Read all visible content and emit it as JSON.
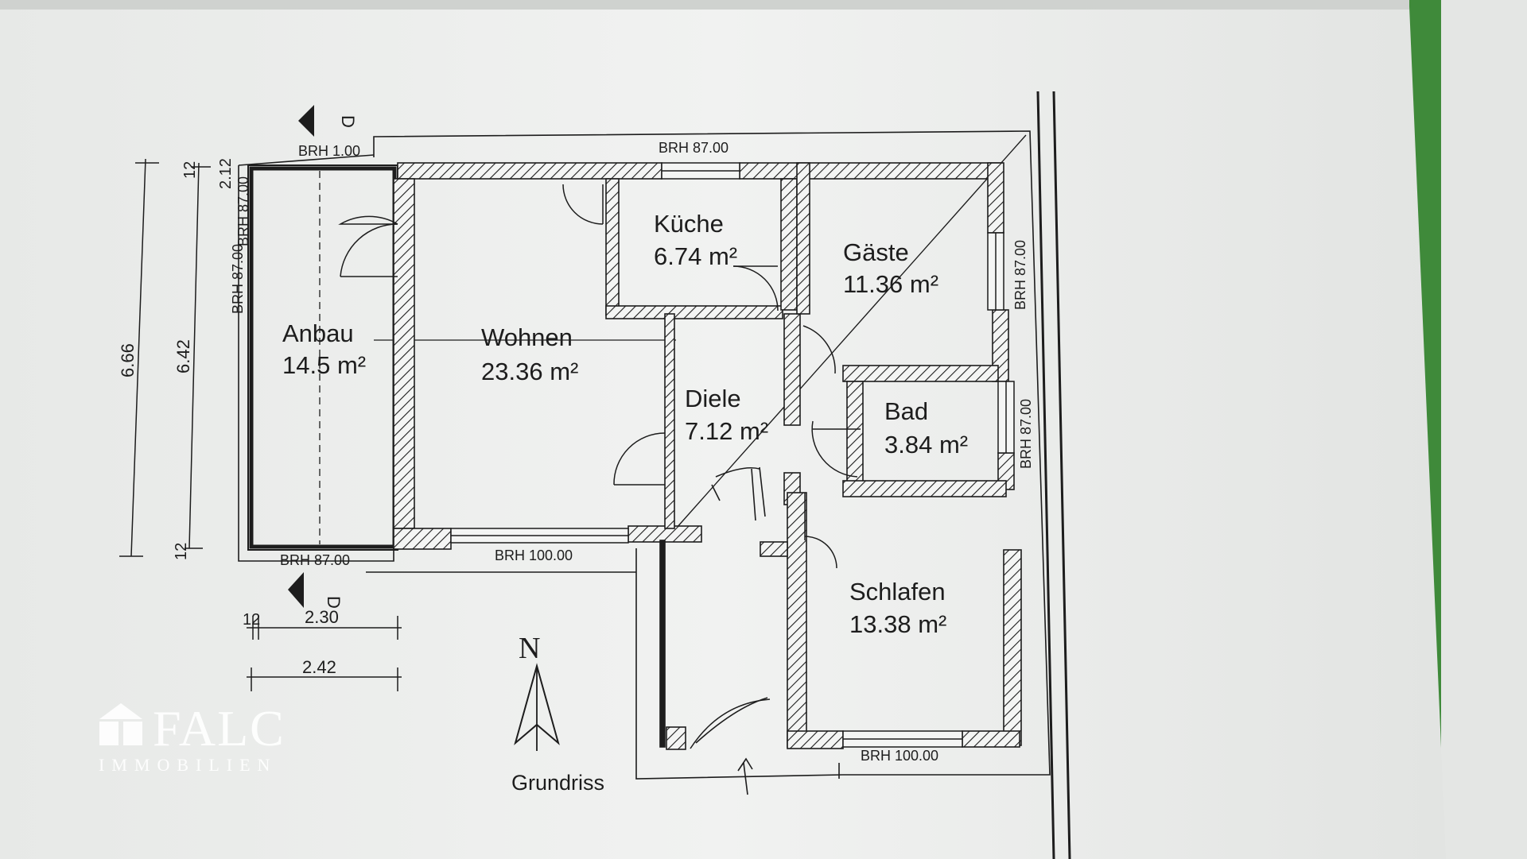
{
  "rooms": {
    "anbau": {
      "name": "Anbau",
      "area": "14.5 m²"
    },
    "wohnen": {
      "name": "Wohnen",
      "area": "23.36 m²"
    },
    "kueche": {
      "name": "Küche",
      "area": "6.74 m²"
    },
    "gaeste": {
      "name": "Gäste",
      "area": "11.36 m²"
    },
    "diele": {
      "name": "Diele",
      "area": "7.12 m²"
    },
    "bad": {
      "name": "Bad",
      "area": "3.84 m²"
    },
    "schlafen": {
      "name": "Schlafen",
      "area": "13.38 m²"
    }
  },
  "brh": {
    "top_anbau": "BRH 1.00",
    "top_main": "BRH 87.00",
    "left_anbau_1": "BRH 87.00",
    "left_anbau_2": "BRH 87.00",
    "right_gaeste": "BRH 87.00",
    "right_bad": "BRH 87.00",
    "bottom_anbau": "BRH 87.00",
    "bottom_wohnen": "BRH 100.00",
    "bottom_schlafen": "BRH 100.00"
  },
  "dims": {
    "outer_height": "6.66",
    "inner_height": "6.42",
    "top_wall": "12",
    "top_extra": "2.12",
    "bottom_wall": "12",
    "width_wall": "12",
    "inner_width": "2.30",
    "outer_width": "2.42"
  },
  "section_marker": "D",
  "north_label": "N",
  "caption": "Grundriss",
  "logo": {
    "name": "FALC",
    "subtitle": "IMMOBILIEN"
  },
  "colors": {
    "paper": "#eef0ee",
    "ink": "#1d1d1d",
    "green_edge": "#3f8a3a"
  }
}
